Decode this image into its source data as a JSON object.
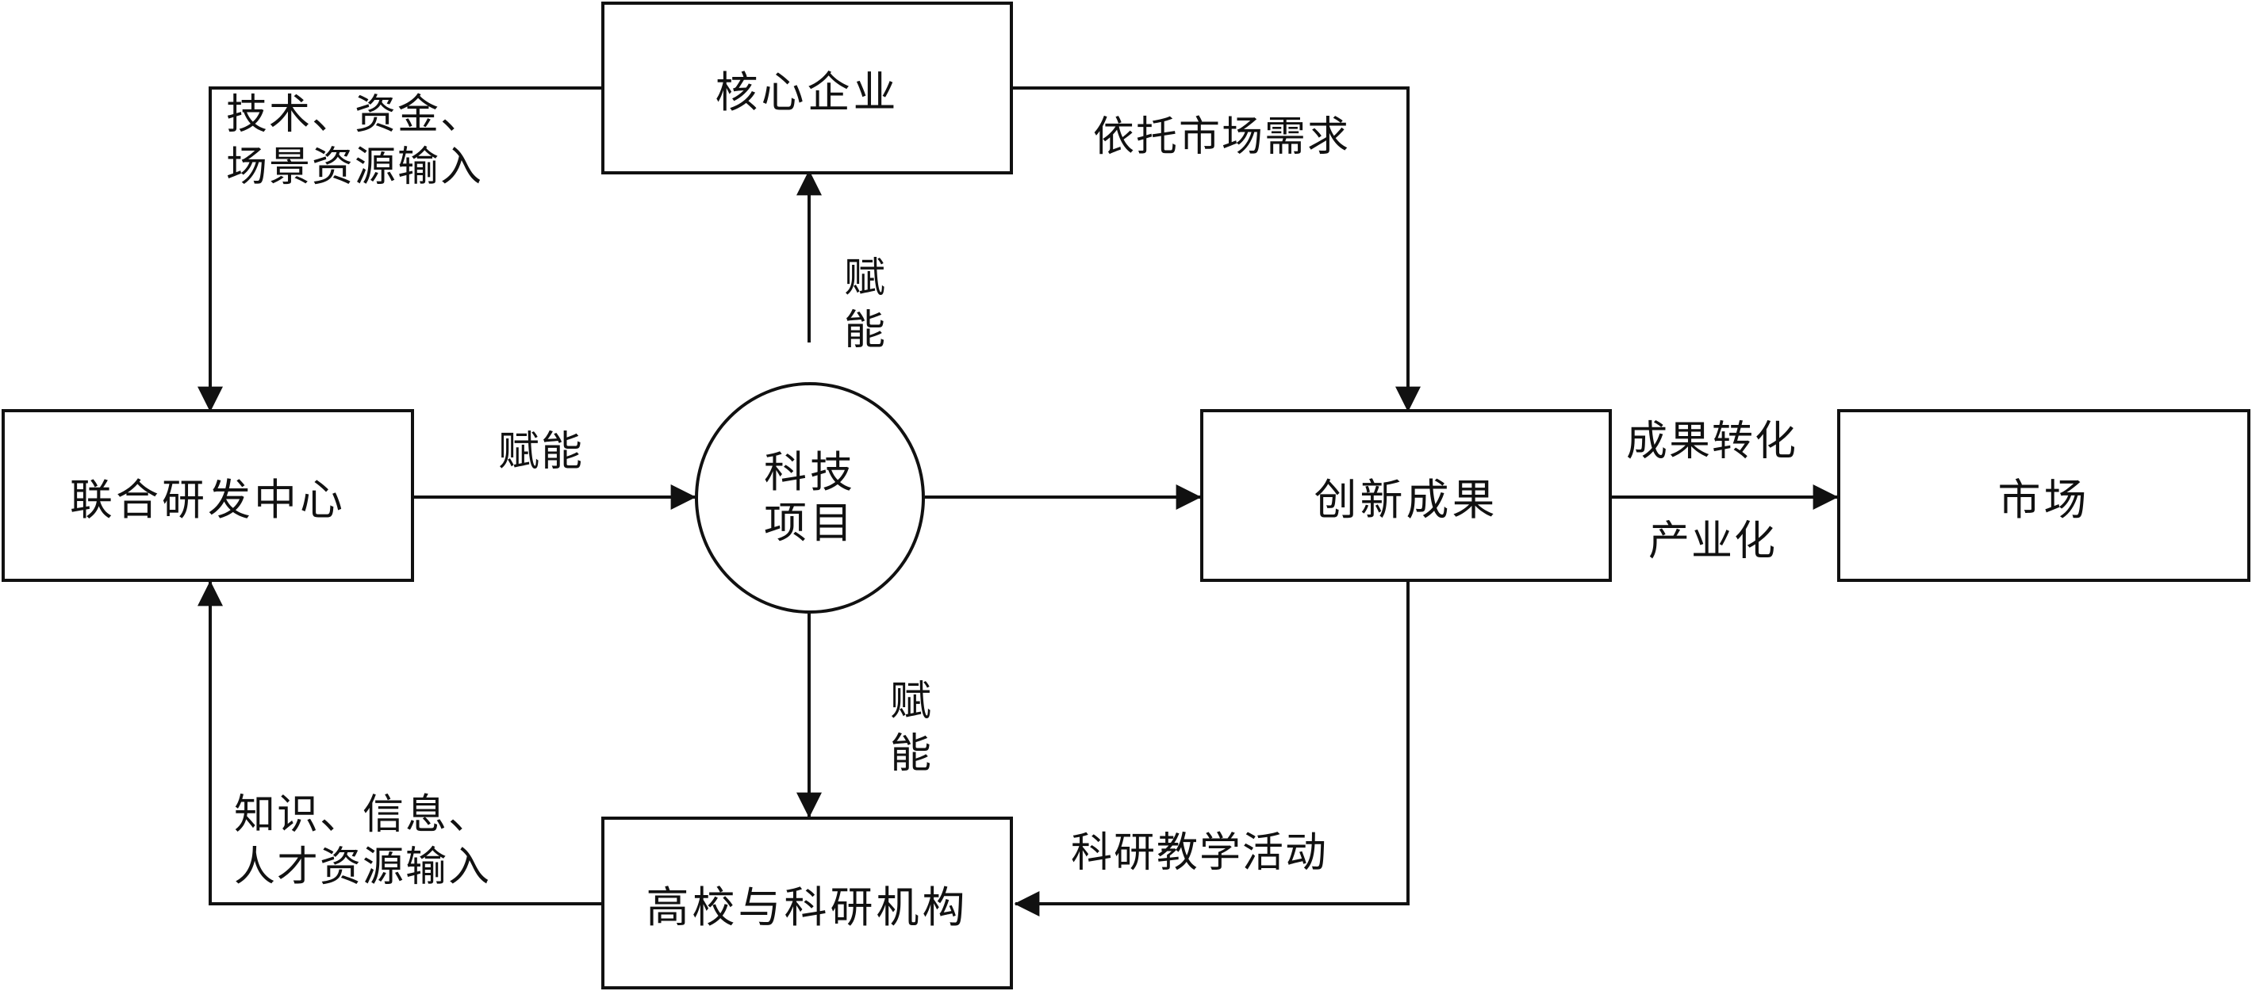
{
  "nodes": {
    "core_enterprise": "核心企业",
    "joint_rd_center": "联合研发中心",
    "sci_tech_project_line1": "科技",
    "sci_tech_project_line2": "项目",
    "innovation_results": "创新成果",
    "market": "市场",
    "universities_research": "高校与科研机构"
  },
  "labels": {
    "core_to_rd_line1": "技术、资金、",
    "core_to_rd_line2": "场景资源输入",
    "core_to_results": "依托市场需求",
    "project_to_core_1": "赋",
    "project_to_core_2": "能",
    "rd_to_project": "赋能",
    "project_to_univ_1": "赋",
    "project_to_univ_2": "能",
    "results_to_market_top": "成果转化",
    "results_to_market_bottom": "产业化",
    "univ_to_rd_line1": "知识、信息、",
    "univ_to_rd_line2": "人才资源输入",
    "results_to_univ": "科研教学活动"
  }
}
